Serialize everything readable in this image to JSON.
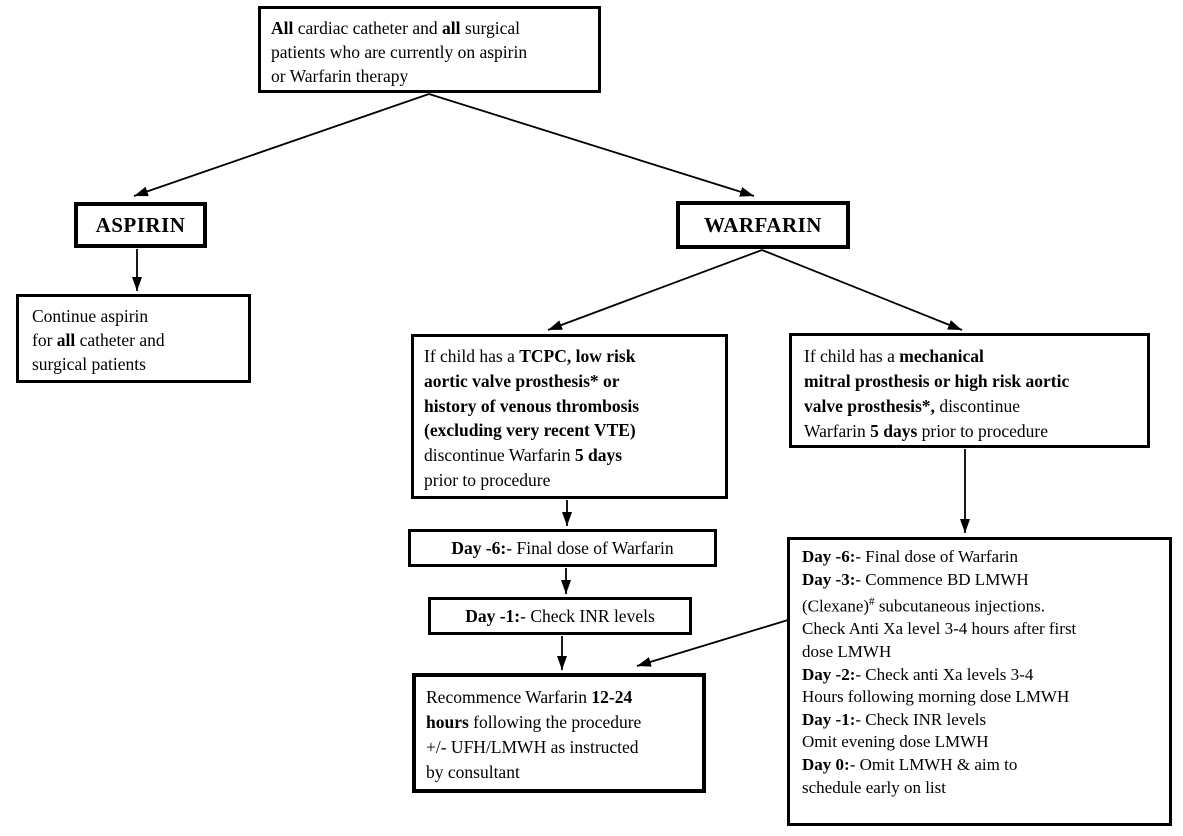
{
  "diagram": {
    "colors": {
      "border": "#000000",
      "background": "#ffffff",
      "text": "#000000"
    },
    "root": {
      "segments": [
        {
          "t": "All",
          "b": true
        },
        {
          "t": " cardiac catheter and "
        },
        {
          "t": "all",
          "b": true
        },
        {
          "t": " surgical\npatients who are currently on aspirin\nor Warfarin therapy"
        }
      ]
    },
    "aspirin": {
      "label": "ASPIRIN"
    },
    "warfarin": {
      "label": "WARFARIN"
    },
    "continue_aspirin": {
      "segments": [
        {
          "t": "Continue aspirin\nfor "
        },
        {
          "t": "all",
          "b": true
        },
        {
          "t": " catheter and\nsurgical patients"
        }
      ]
    },
    "tcpc": {
      "segments": [
        {
          "t": "If child has a "
        },
        {
          "t": "TCPC, low risk\naortic valve prosthesis* or\nhistory of venous thrombosis\n(excluding very recent VTE)",
          "b": true
        },
        {
          "t": "\ndiscontinue Warfarin "
        },
        {
          "t": "5 days",
          "b": true
        },
        {
          "t": "\nprior to procedure"
        }
      ]
    },
    "mechanical": {
      "segments": [
        {
          "t": "If child has a "
        },
        {
          "t": "mechanical\nmitral prosthesis or high risk aortic\nvalve prosthesis*,",
          "b": true
        },
        {
          "t": " discontinue\nWarfarin "
        },
        {
          "t": "5 days",
          "b": true
        },
        {
          "t": " prior to procedure"
        }
      ]
    },
    "day6": {
      "segments": [
        {
          "t": "Day -6:",
          "b": true
        },
        {
          "t": "- Final dose of Warfarin"
        }
      ]
    },
    "day1": {
      "segments": [
        {
          "t": "Day -1:",
          "b": true
        },
        {
          "t": "- Check INR levels"
        }
      ]
    },
    "recommence": {
      "segments": [
        {
          "t": "Recommence Warfarin "
        },
        {
          "t": "12-24\nhours",
          "b": true
        },
        {
          "t": " following the procedure\n+/- UFH/LMWH as instructed\nby consultant"
        }
      ]
    },
    "lmwh_protocol": {
      "segments": [
        {
          "t": "Day -6:",
          "b": true
        },
        {
          "t": "- Final dose of Warfarin\n"
        },
        {
          "t": "Day -3:",
          "b": true
        },
        {
          "t": "- Commence BD LMWH\n(Clexane)"
        },
        {
          "t": "#",
          "sup": true
        },
        {
          "t": " subcutaneous injections.\nCheck Anti Xa level 3-4 hours after first\ndose LMWH\n"
        },
        {
          "t": "Day -2:",
          "b": true
        },
        {
          "t": "- Check anti Xa levels 3-4\nHours following morning dose LMWH\n"
        },
        {
          "t": "Day -1:",
          "b": true
        },
        {
          "t": "- Check INR levels\nOmit evening dose LMWH\n"
        },
        {
          "t": "Day 0:",
          "b": true
        },
        {
          "t": "- Omit LMWH & aim to\nschedule early on list"
        }
      ]
    }
  }
}
